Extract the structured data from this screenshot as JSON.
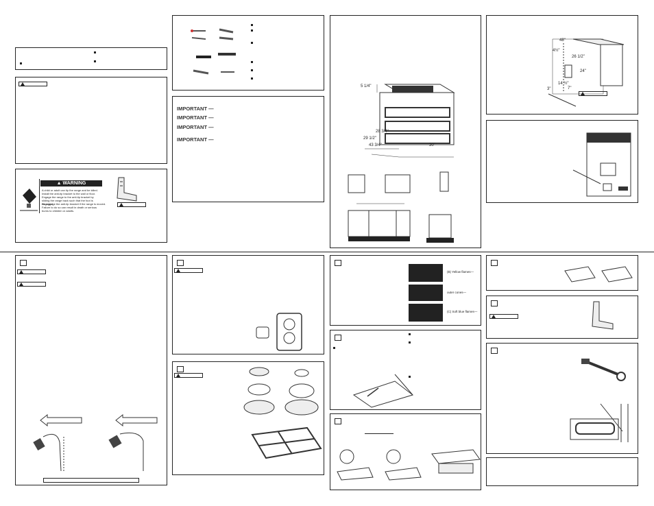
{
  "anti_tip_warning": {
    "header": "WARNING",
    "bullets": [
      "A child or adult can tip the range and be killed.",
      "Install the anti-tip bracket to the wall or floor.",
      "Engage the range to the anti-tip bracket by sliding the range back such that the foot is engaged.",
      "Re-engage the anti-tip bracket if the range is moved.",
      "Failure to do so can result in death or serious burns to children or adults."
    ]
  },
  "important_notes": [
    "IMPORTANT —",
    "IMPORTANT —",
    "IMPORTANT —",
    "IMPORTANT —"
  ],
  "dimensions": {
    "height_above": "5 1/4\"",
    "depth_1": "28 3/4\"",
    "depth_2": "29 1/2\"",
    "depth_3": "43 3/4\"",
    "width": "30\"",
    "bracket_a": "48\"",
    "bracket_b": "4½\"",
    "bracket_c": "26 1/2\"",
    "bracket_d": "24\"",
    "bracket_e": "14 ½\"",
    "bracket_f": "7\"",
    "bracket_g": "3\""
  },
  "flames": {
    "a": "(B) Yellow flames—",
    "b": "outer cones—",
    "c": "(C) Soft blue flames—"
  },
  "icons": {
    "warning": "warning-triangle-icon",
    "bullet": "square-bullet-icon",
    "arrow": "direction-arrow-icon"
  }
}
